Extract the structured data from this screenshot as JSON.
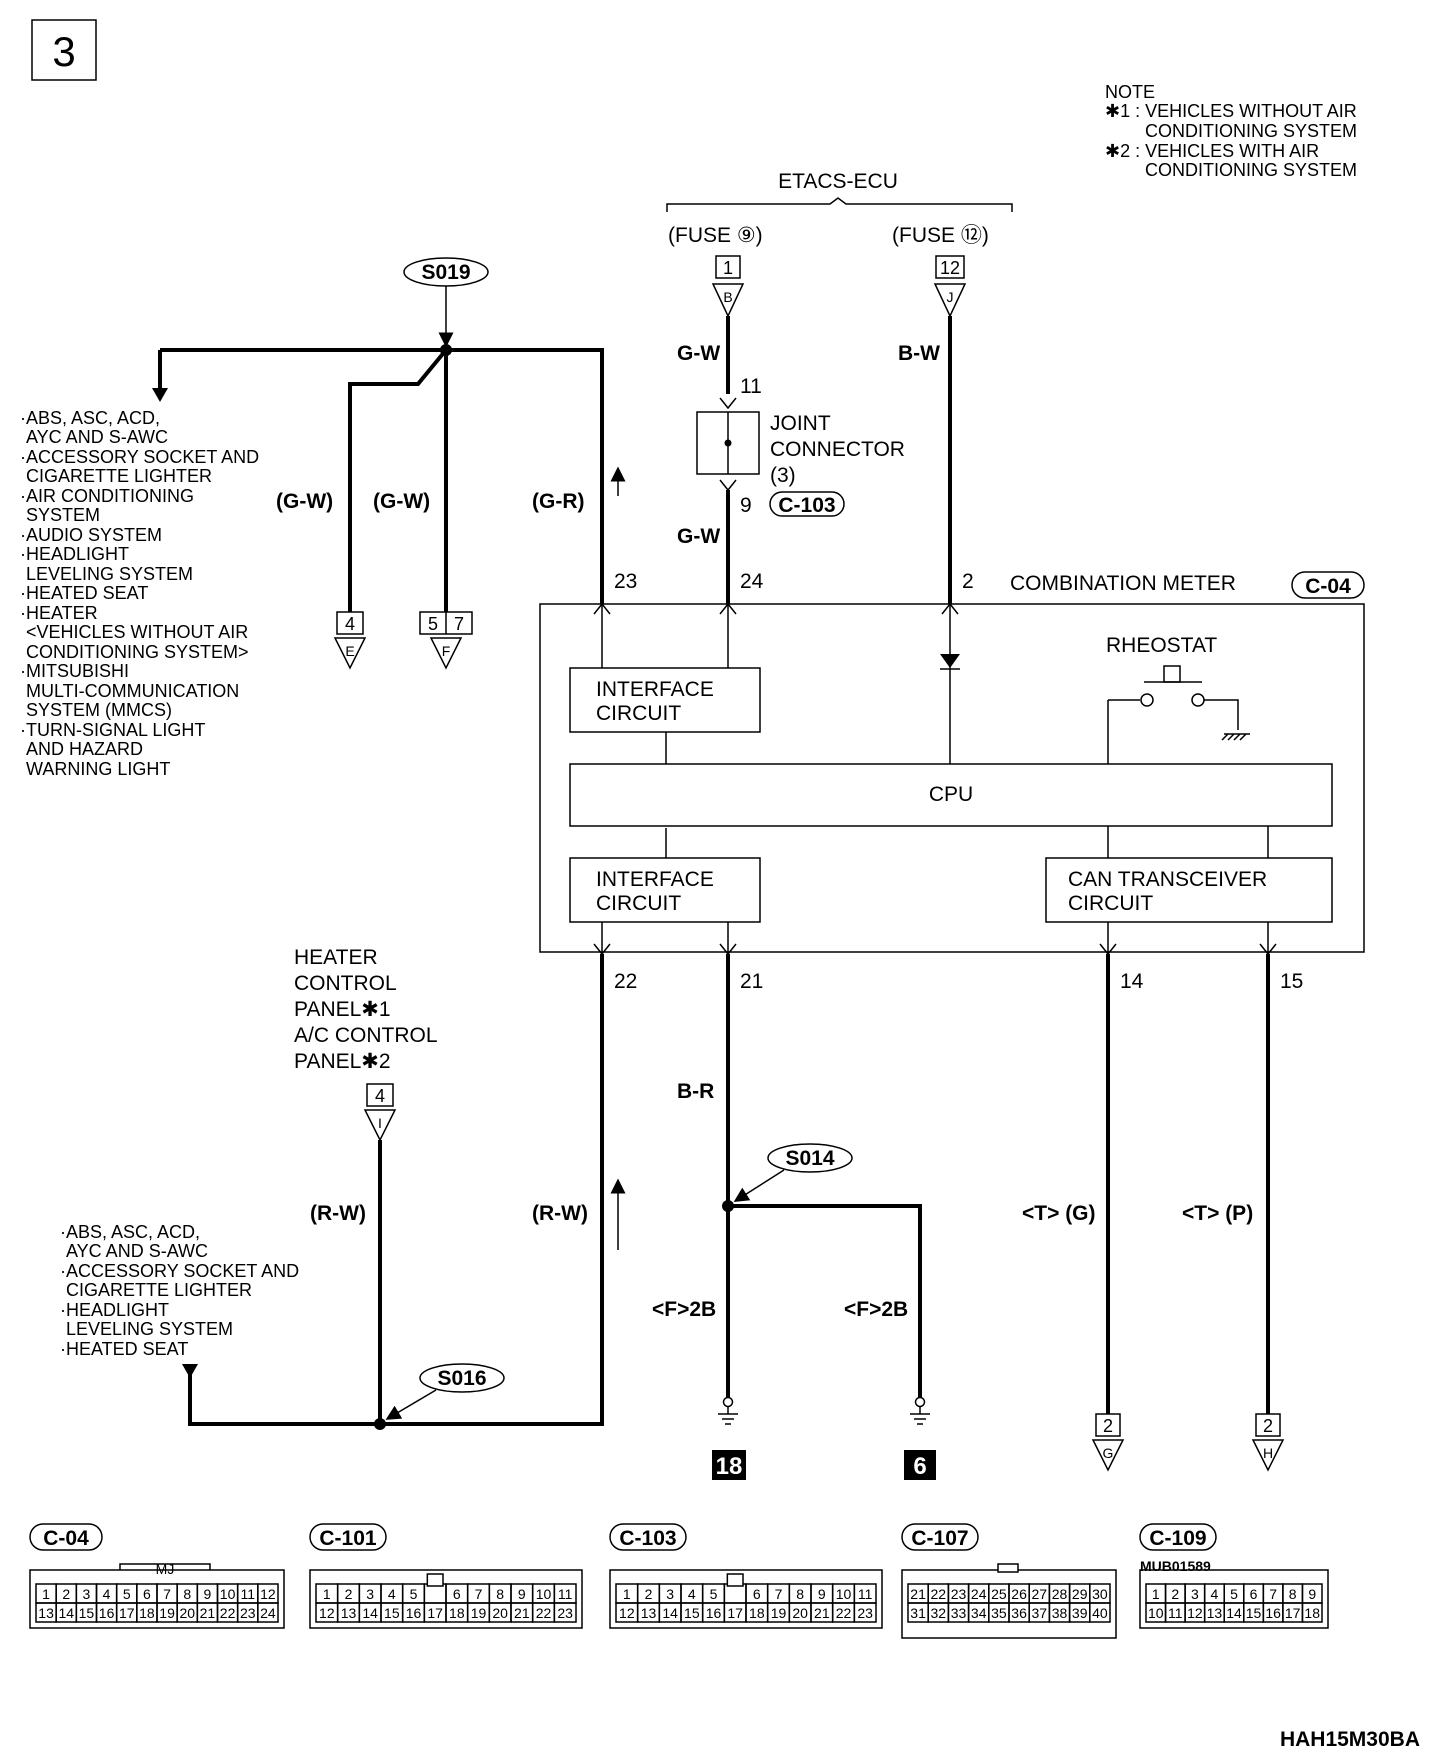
{
  "page_number": "3",
  "note": {
    "title": "NOTE",
    "lines": [
      "✱1 : VEHICLES WITHOUT AIR",
      "CONDITIONING SYSTEM",
      "✱2 : VEHICLES WITH AIR",
      "CONDITIONING SYSTEM"
    ]
  },
  "etacs": {
    "title": "ETACS-ECU",
    "fuse_left": "(FUSE ⑨)",
    "fuse_right": "(FUSE ⑫)",
    "pin_left": "1",
    "pin_right": "12",
    "conn_left": "B",
    "conn_right": "J"
  },
  "wire_colors": {
    "gw": "G-W",
    "bw": "B-W",
    "gw_paren": "(G-W)",
    "gr_paren": "(G-R)",
    "rw_paren": "(R-W)",
    "br": "B-R",
    "tg": "<T> (G)",
    "tp": "<T> (P)",
    "f2b": "<F>2B"
  },
  "joint": {
    "lines": [
      "JOINT",
      "CONNECTOR",
      "(3)"
    ],
    "connector": "C-103",
    "pin_top": "11",
    "pin_bottom": "9"
  },
  "splices": {
    "s019": "S019",
    "s014": "S014",
    "s016": "S016"
  },
  "meter": {
    "title": "COMBINATION METER",
    "connector": "C-04",
    "pins_top": [
      "23",
      "24",
      "2"
    ],
    "pins_bottom": [
      "22",
      "21",
      "14",
      "15"
    ],
    "rheostat": "RHEOSTAT",
    "cpu": "CPU",
    "interface_top": [
      "INTERFACE",
      "CIRCUIT"
    ],
    "interface_bottom": [
      "INTERFACE",
      "CIRCUIT"
    ],
    "can": [
      "CAN TRANSCEIVER",
      "CIRCUIT"
    ]
  },
  "upper_list": [
    "·ABS, ASC, ACD,",
    "AYC AND S-AWC",
    "·ACCESSORY SOCKET AND",
    "CIGARETTE LIGHTER",
    "·AIR CONDITIONING",
    "SYSTEM",
    "·AUDIO SYSTEM",
    "·HEADLIGHT",
    "LEVELING SYSTEM",
    "·HEATED SEAT",
    "·HEATER",
    "<VEHICLES WITHOUT AIR",
    "CONDITIONING SYSTEM>",
    "·MITSUBISHI",
    "MULTI-COMMUNICATION",
    "SYSTEM (MMCS)",
    "·TURN-SIGNAL LIGHT",
    "AND HAZARD",
    "WARNING LIGHT"
  ],
  "lower_list": [
    "·ABS, ASC, ACD,",
    "AYC AND S-AWC",
    "·ACCESSORY SOCKET AND",
    "CIGARETTE LIGHTER",
    "·HEADLIGHT",
    "LEVELING SYSTEM",
    "·HEATED SEAT"
  ],
  "heater_panel": {
    "lines": [
      "HEATER",
      "CONTROL",
      "PANEL✱1",
      "A/C CONTROL",
      "PANEL✱2"
    ],
    "pin": "4",
    "conn": "I"
  },
  "terminals": {
    "e_pin": "4",
    "e_conn": "E",
    "f_pin_a": "5",
    "f_pin_b": "7",
    "f_conn": "F",
    "g_pin": "2",
    "g_conn": "G",
    "h_pin": "2",
    "h_conn": "H"
  },
  "grounds": {
    "left": "18",
    "right": "6"
  },
  "connectors": [
    "C-04",
    "C-101",
    "C-103",
    "C-107",
    "C-109"
  ],
  "connector_c04_tab": "MJ",
  "c109_code": "MUB01589",
  "drawing_code": "HAH15M30BA"
}
